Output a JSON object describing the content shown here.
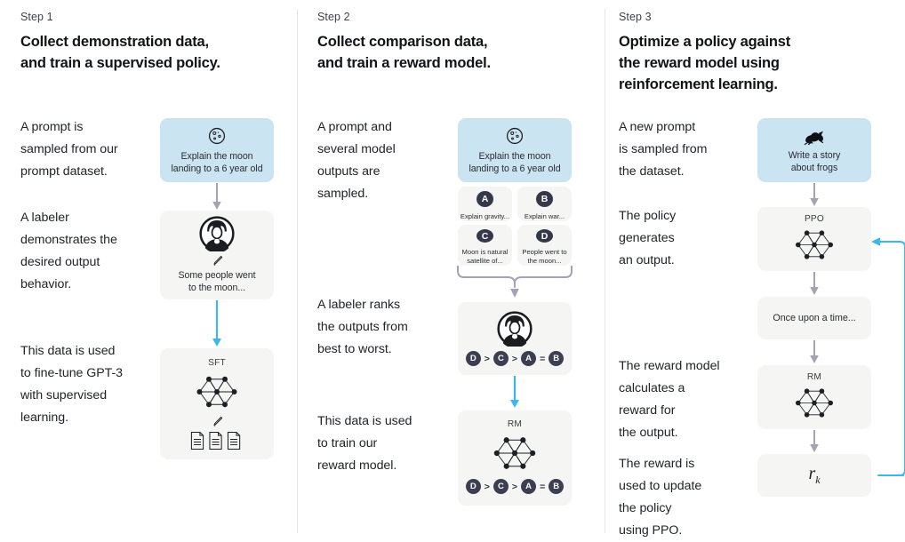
{
  "meta": {
    "colors": {
      "prompt_blue": "#cbe4f2",
      "card_gray": "#f5f5f3",
      "arrow_gray": "#a3a3b5",
      "arrow_blue": "#3eb5f1",
      "badge_dark": "#3b3f51",
      "divider": "#e6e6e6",
      "text": "#22242a"
    }
  },
  "steps": [
    {
      "label": "Step 1",
      "title": "Collect demonstration data,\nand train a supervised policy.",
      "paragraphs": [
        "A prompt is\nsampled from our\nprompt dataset.",
        "A labeler\ndemonstrates the\ndesired output\nbehavior.",
        "This data is used\nto fine-tune GPT-3\nwith supervised\nlearning."
      ],
      "prompt_card": {
        "icon": "moon-icon",
        "text": "Explain the moon\nlanding to a 6 year old"
      },
      "labeler_card": {
        "icon": "labeler-avatar-icon",
        "pencil": "pencil-icon",
        "text": "Some people went\nto the moon..."
      },
      "sft_card": {
        "caption": "SFT",
        "network": "neural-network-icon",
        "pencil": "pencil-icon",
        "documents": "documents-icon"
      }
    },
    {
      "label": "Step 2",
      "title": "Collect comparison data,\nand train a reward model.",
      "paragraphs": [
        "A prompt and\nseveral model\noutputs are\nsampled.",
        "A labeler ranks\nthe outputs from\nbest to worst.",
        "This data is used\nto train our\nreward model."
      ],
      "prompt_card": {
        "icon": "moon-icon",
        "text": "Explain the moon\nlanding to a 6 year old"
      },
      "options": [
        {
          "letter": "A",
          "text": "Explain gravity..."
        },
        {
          "letter": "B",
          "text": "Explain war..."
        },
        {
          "letter": "C",
          "text": "Moon is natural\nsatellite of..."
        },
        {
          "letter": "D",
          "text": "People went to\nthe moon..."
        }
      ],
      "ranking_card": {
        "icon": "labeler-avatar-icon",
        "ranking": [
          "D",
          ">",
          "C",
          ">",
          "A",
          "=",
          "B"
        ]
      },
      "rm_card": {
        "caption": "RM",
        "network": "neural-network-icon",
        "ranking": [
          "D",
          ">",
          "C",
          ">",
          "A",
          "=",
          "B"
        ]
      }
    },
    {
      "label": "Step 3",
      "title": "Optimize a policy against\nthe reward model using\nreinforcement learning.",
      "paragraphs": [
        "A new prompt\nis sampled from\nthe dataset.",
        "The policy\ngenerates\nan output.",
        "The reward model\ncalculates a\nreward for\nthe output.",
        "The reward is\nused to update\nthe policy\nusing PPO."
      ],
      "prompt_card": {
        "icon": "frog-icon",
        "text": "Write a story\nabout frogs"
      },
      "ppo_card": {
        "caption": "PPO",
        "network": "neural-network-icon"
      },
      "output_card": {
        "text": "Once upon a time..."
      },
      "rm_card": {
        "caption": "RM",
        "network": "neural-network-icon"
      },
      "reward_card": {
        "symbol": "r",
        "subscript": "k"
      }
    }
  ]
}
